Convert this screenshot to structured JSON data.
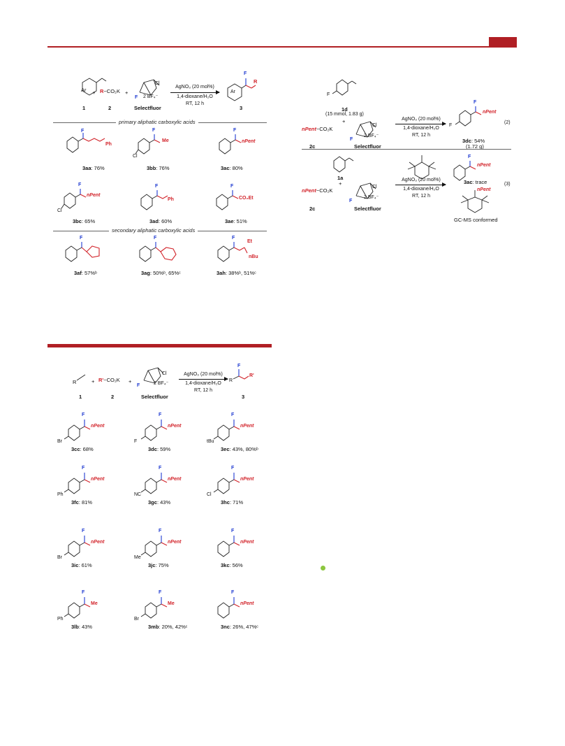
{
  "scheme1": {
    "reagents": {
      "ar": "Ar",
      "r_co2k": "R",
      "co2k": "−CO₂K",
      "plus": "+",
      "n_plus": "N",
      "f": "F",
      "bf4": "2 BF₄⁻",
      "cl": "Cl",
      "r": "R",
      "num1": "1",
      "num2": "2",
      "selectfluor": "Selectfluor",
      "num3": "3"
    },
    "conditions": {
      "line1": "AgNO₃ (20 mol%)",
      "line2": "1,4-dioxane/H₂O",
      "line3": "RT, 12 h"
    },
    "primary_label": "primary aliphatic carboxylic acids",
    "secondary_label": "secondary aliphatic carboxylic acids",
    "products": [
      {
        "id": "3aa",
        "yield": ": 76%",
        "group": "Ph"
      },
      {
        "id": "3bb",
        "yield": ": 76%",
        "group": "Me",
        "sub": "Cl"
      },
      {
        "id": "3ac",
        "yield": ": 80%",
        "group": "nPent"
      },
      {
        "id": "3bc",
        "yield": ": 65%",
        "group": "nPent",
        "sub": "Cl"
      },
      {
        "id": "3ad",
        "yield": ": 60%",
        "group": "Ph"
      },
      {
        "id": "3ae",
        "yield": ": 51%",
        "group": "CO₂Et"
      },
      {
        "id": "3af",
        "yield": ": 57%ᵇ"
      },
      {
        "id": "3ag",
        "yield": ": 50%ᵇ, 65%ᶜ"
      },
      {
        "id": "3ah",
        "yield": ": 38%ᵇ, 51%ᶜ",
        "group1": "Et",
        "group2": "nBu"
      }
    ]
  },
  "scheme2": {
    "compound_1d": "1d",
    "scale": "(15 mmol, 1.83 g)",
    "npent_co2k": "nPent",
    "co2k": "−CO₂K",
    "label_2c": "2c",
    "selectfluor": "Selectfluor",
    "conditions": {
      "line1": "AgNO₃ (20 mol%)",
      "line2": "1,4-dioxane/H₂O",
      "line3": "RT, 12 h"
    },
    "product_id": "3dc",
    "product_yield": ": 54%",
    "product_mass": "(1.72 g)",
    "eq_num": "(2)",
    "f": "F",
    "npent": "nPent"
  },
  "scheme3": {
    "compound_1a": "1a",
    "npent_co2k": "nPent",
    "co2k": "−CO₂K",
    "label_2c": "2c",
    "selectfluor": "Selectfluor",
    "conditions": {
      "line1": "AgNO₃ (20 mol%)",
      "line2": "1,4-dioxane/H₂O",
      "line3": "RT, 12 h"
    },
    "product_id": "3ac",
    "product_yield": ": trace",
    "gcms": "GC-MS conformed",
    "eq_num": "(3)",
    "npent": "nPent"
  },
  "scheme4": {
    "reagents": {
      "r": "R",
      "rprime": "R'",
      "co2k": "−CO₂K",
      "num1": "1",
      "num2": "2",
      "selectfluor": "Selectfluor",
      "num3": "3",
      "bf4": "2 BF₄⁻"
    },
    "conditions": {
      "line1": "AgNO₃ (20 mol%)",
      "line2": "1,4-dioxane/H₂O",
      "line3": "RT, 12 h"
    },
    "products": [
      {
        "id": "3cc",
        "yield": ": 68%",
        "sub": "Br",
        "group": "nPent"
      },
      {
        "id": "3dc",
        "yield": ": 59%",
        "sub": "F",
        "group": "nPent"
      },
      {
        "id": "3ec",
        "yield": ": 43%, 80%ᵇ",
        "sub": "tBu",
        "group": "nPent"
      },
      {
        "id": "3fc",
        "yield": ": 81%",
        "sub": "Ph",
        "group": "nPent"
      },
      {
        "id": "3gc",
        "yield": ": 43%",
        "sub": "NC",
        "group": "nPent"
      },
      {
        "id": "3hc",
        "yield": ": 71%",
        "sub": "Cl",
        "group": "nPent"
      },
      {
        "id": "3ic",
        "yield": ": 61%",
        "sub": "Br",
        "group": "nPent"
      },
      {
        "id": "3jc",
        "yield": ": 75%",
        "sub": "Me",
        "group": "nPent"
      },
      {
        "id": "3kc",
        "yield": ": 56%",
        "group": "nPent"
      },
      {
        "id": "3lb",
        "yield": ": 43%",
        "sub": "Ph",
        "group": "Me"
      },
      {
        "id": "3mb",
        "yield": ": 20%, 42%ᶜ",
        "sub": "Br",
        "group": "Me"
      },
      {
        "id": "3nc",
        "yield": ": 26%, 47%ᶜ",
        "group": "nPent"
      }
    ]
  },
  "colors": {
    "accent": "#b01f24",
    "red": "#d2232a",
    "blue": "#1f3bd1",
    "dot": "#8cc63f"
  }
}
